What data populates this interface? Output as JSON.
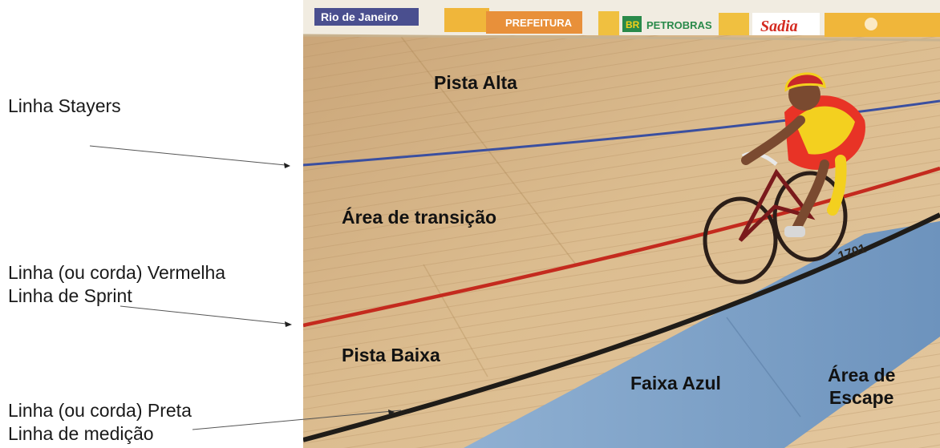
{
  "left_labels": {
    "stayers": "Linha Stayers",
    "red_line": [
      "Linha (ou corda) Vermelha",
      "Linha de Sprint"
    ],
    "black_line": [
      "Linha (ou corda) Preta",
      "Linha de medição"
    ]
  },
  "region_labels": {
    "pista_alta": "Pista Alta",
    "transicao": "Área de transição",
    "pista_baixa": "Pista Baixa",
    "faixa_azul": "Faixa Azul",
    "escape": [
      "Área de",
      "Escape"
    ]
  },
  "banners": {
    "rio": "Rio de Janeiro",
    "prefeitura": "PREFEITURA",
    "br": "BR",
    "petrobras": "PETROBRAS",
    "sadia": "Sadia"
  },
  "track_marking": "1701",
  "colors": {
    "blue_line": "#3a4fa0",
    "red_line": "#c42a1e",
    "black_line": "#1f1c18",
    "blue_band": "#7fa3c9",
    "wood": "#d6b486"
  }
}
